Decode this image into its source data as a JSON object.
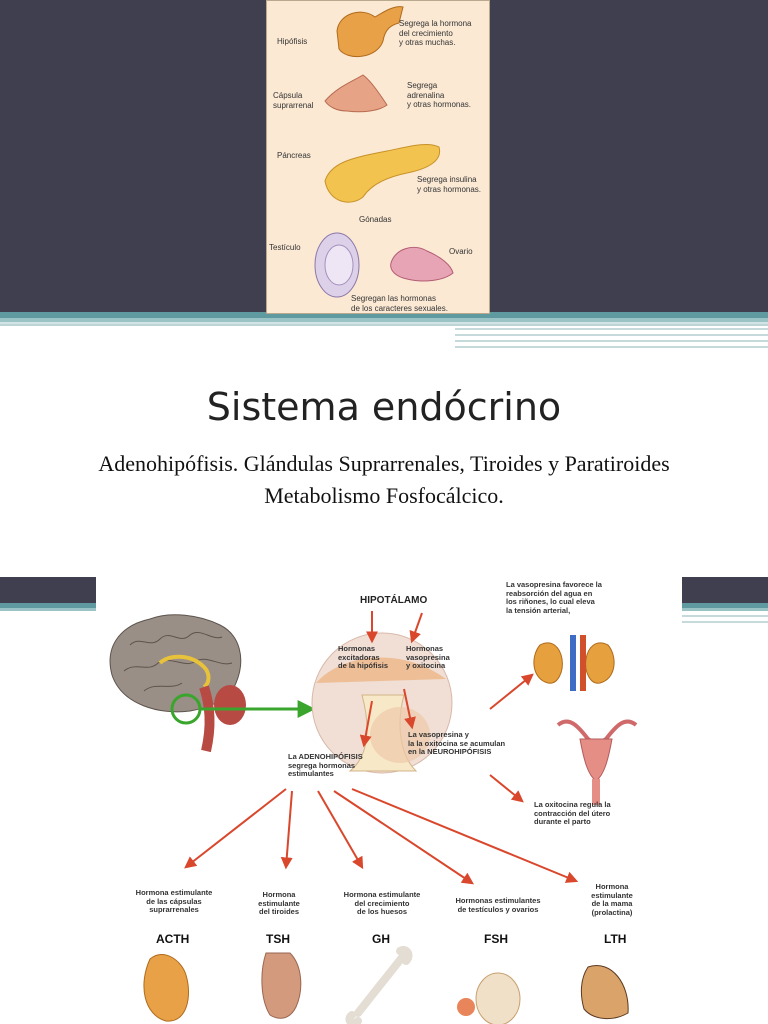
{
  "top_figure": {
    "labels": {
      "hipofisis": "Hipófisis",
      "hipofisis_desc": "Segrega la hormona\ndel crecimiento\ny otras muchas.",
      "capsula": "Cápsula\nsuprarrenal",
      "capsula_desc": "Segrega\nadrenalina\ny otras hormonas.",
      "pancreas": "Páncreas",
      "pancreas_desc": "Segrega insulina\ny otras hormonas.",
      "gonadas": "Gónadas",
      "testiculo": "Testículo",
      "ovario": "Ovario",
      "gonadas_desc": "Segregan las hormonas\nde los caracteres sexuales."
    }
  },
  "title": "Sistema endócrino",
  "subtitle_line1": "Adenohipófisis. Glándulas Suprarrenales, Tiroides y Paratiroides",
  "subtitle_line2": "Metabolismo Fosfocálcico.",
  "diagram": {
    "hipotalamo": "HIPOTÁLAMO",
    "hormonas_excitadoras": "Hormonas\nexcitadoras\nde la hipófisis",
    "hormonas_vasopresina": "Hormonas\nvasopresina\ny oxitocina",
    "vasopresina_acumulan": "La vasopresina y\nla la oxitocina se acumulan\nen la NEUROHIPÓFISIS",
    "adenohipofisis": "La ADENOHIPÓFISIS\nsegrega hormonas\nestimulantes",
    "vasopresina_favorece": "La vasopresina favorece la\nreabsorción del agua en\nlos riñones, lo cual eleva\nla tensión arterial,",
    "oxitocina_regula": "La oxitocina regula la\ncontracción del útero\ndurante el parto",
    "hormones": [
      {
        "desc": "Hormona estimulante\nde las cápsulas\nsuprarrenales",
        "name": "ACTH"
      },
      {
        "desc": "Hormona\nestimulante\ndel tiroides",
        "name": "TSH"
      },
      {
        "desc": "Hormona estimulante\ndel crecimiento\nde los huesos",
        "name": "GH"
      },
      {
        "desc": "Hormonas estimulantes\nde testículos y ovarios",
        "name": "FSH"
      },
      {
        "desc": "Hormona\nestimulante\nde la mama\n(prolactina)",
        "name": "LTH"
      }
    ]
  },
  "colors": {
    "slide_dark": "#3f3f50",
    "teal_stripe": "#5e9aa0",
    "arrow_red": "#d9472c",
    "arrow_green": "#3aa52c"
  }
}
